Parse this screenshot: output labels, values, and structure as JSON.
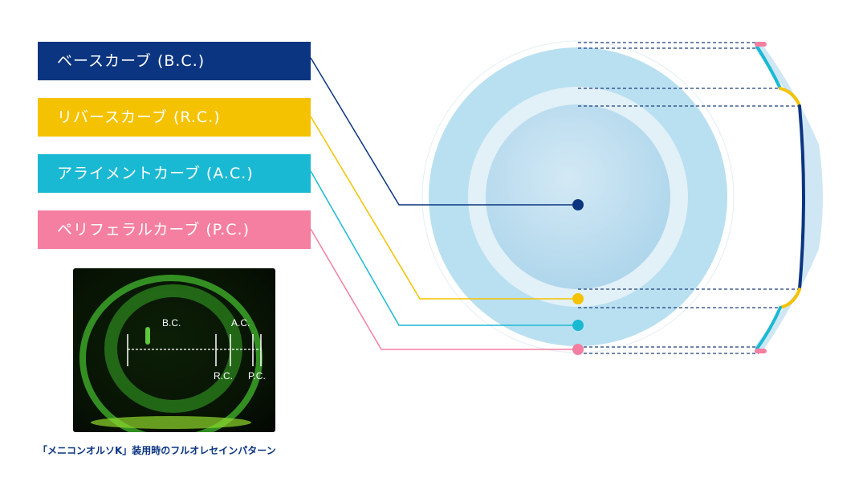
{
  "labels": [
    {
      "text": "ベースカーブ (B.C.)",
      "color": "#0b3580"
    },
    {
      "text": "リバースカーブ (R.C.)",
      "color": "#f5c200"
    },
    {
      "text": "アライメントカーブ (A.C.)",
      "color": "#1ab9d3"
    },
    {
      "text": "ペリフェラルカーブ (P.C.)",
      "color": "#f57fa0"
    }
  ],
  "photo": {
    "bc": "B.C.",
    "ac": "A.C.",
    "rc": "R.C.",
    "pc": "P.C."
  },
  "caption": "「メニコンオルソK」装用時のフルオレセインパターン"
}
